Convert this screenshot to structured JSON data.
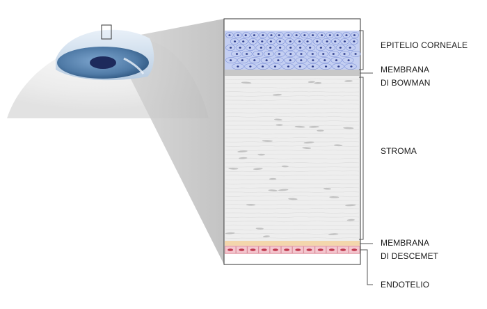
{
  "labels": {
    "epitelio": "EPITELIO CORNEALE",
    "bowman_1": "MEMBRANA",
    "bowman_2": "DI BOWMAN",
    "stroma": "STROMA",
    "descemet_1": "MEMBRANA",
    "descemet_2": "DI DESCEMET",
    "endotelio": "ENDOTELIO"
  },
  "colors": {
    "epithelium_bg": "#c4cff2",
    "epithelium_nucleus": "#2b3a8a",
    "bowman": "#c7c7c7",
    "stroma_bg": "#eeeeee",
    "stroma_cell": "#c2c2c2",
    "descemet": "#f3d6ac",
    "endothelium_bg": "#f4c7cf",
    "endothelium_nucleus": "#c0394f",
    "iris": "#5b86b0",
    "pupil": "#1d2a5c",
    "bracket": "#555555"
  }
}
